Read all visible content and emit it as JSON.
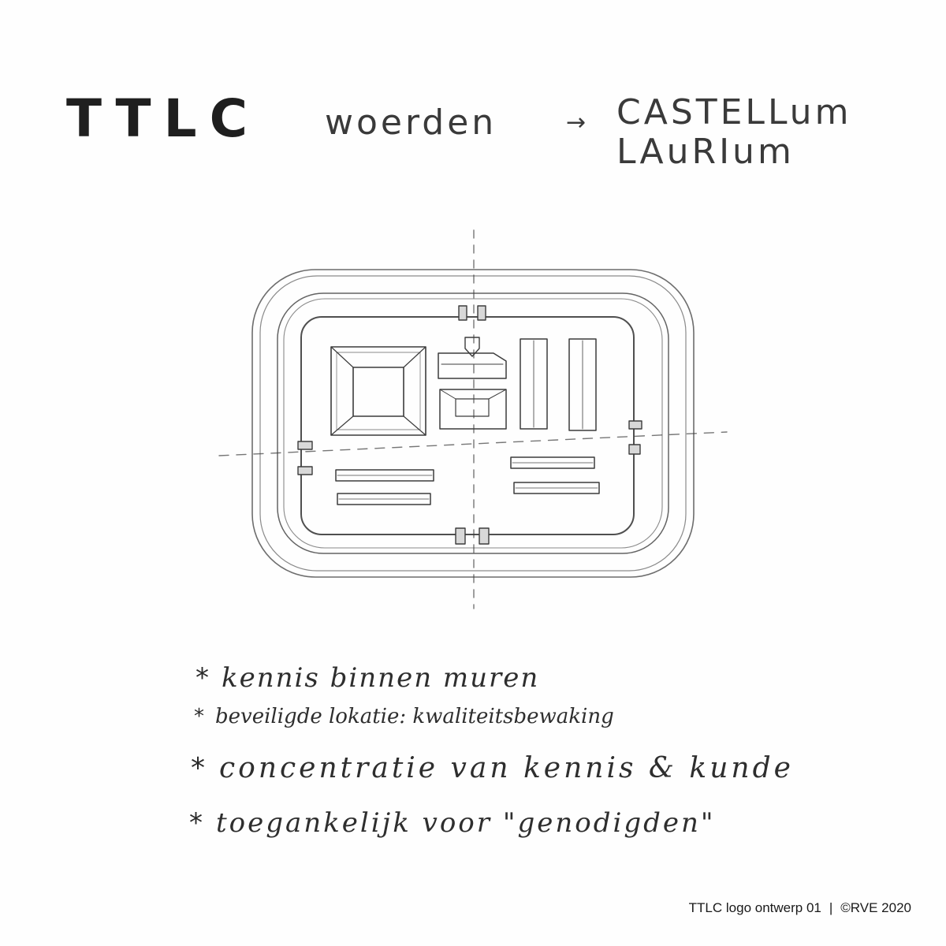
{
  "header": {
    "title": "TTLC",
    "place": "woerden",
    "arrow": "→",
    "latin_line1": "CASTELLum",
    "latin_line2": "LAuRIum"
  },
  "notes": [
    {
      "bullet": "*",
      "text": "kennis binnen muren"
    },
    {
      "bullet": "*",
      "text": "beveiligde lokatie: kwaliteitsbewaking"
    },
    {
      "bullet": "*",
      "text": "concentratie van kennis & kunde"
    },
    {
      "bullet": "*",
      "text": "toegankelijk voor \"genodigden\""
    }
  ],
  "caption": {
    "left": "TTLC logo ontwerp 01",
    "separator": "|",
    "right": "©RVE 2020"
  },
  "colors": {
    "pencil": "#3c3c3c",
    "paper": "#fefefe"
  }
}
